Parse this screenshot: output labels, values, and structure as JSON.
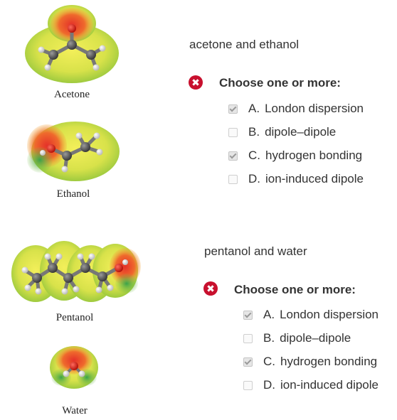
{
  "molecules": [
    {
      "name": "Acetone"
    },
    {
      "name": "Ethanol"
    },
    {
      "name": "Pentanol"
    },
    {
      "name": "Water"
    }
  ],
  "questions": [
    {
      "prompt": "acetone and ethanol",
      "instruction": "Choose one or more:",
      "status": "incorrect",
      "options": [
        {
          "letter": "A.",
          "text": "London dispersion",
          "checked": true
        },
        {
          "letter": "B.",
          "text": "dipole–dipole",
          "checked": false
        },
        {
          "letter": "C.",
          "text": "hydrogen bonding",
          "checked": true
        },
        {
          "letter": "D.",
          "text": "ion-induced dipole",
          "checked": false
        }
      ]
    },
    {
      "prompt": "pentanol and water",
      "instruction": "Choose one or more:",
      "status": "incorrect",
      "options": [
        {
          "letter": "A.",
          "text": "London dispersion",
          "checked": true
        },
        {
          "letter": "B.",
          "text": "dipole–dipole",
          "checked": false
        },
        {
          "letter": "C.",
          "text": "hydrogen bonding",
          "checked": true
        },
        {
          "letter": "D.",
          "text": "ion-induced dipole",
          "checked": false
        }
      ]
    }
  ],
  "colors": {
    "error": "#c8102e",
    "text": "#333333"
  }
}
